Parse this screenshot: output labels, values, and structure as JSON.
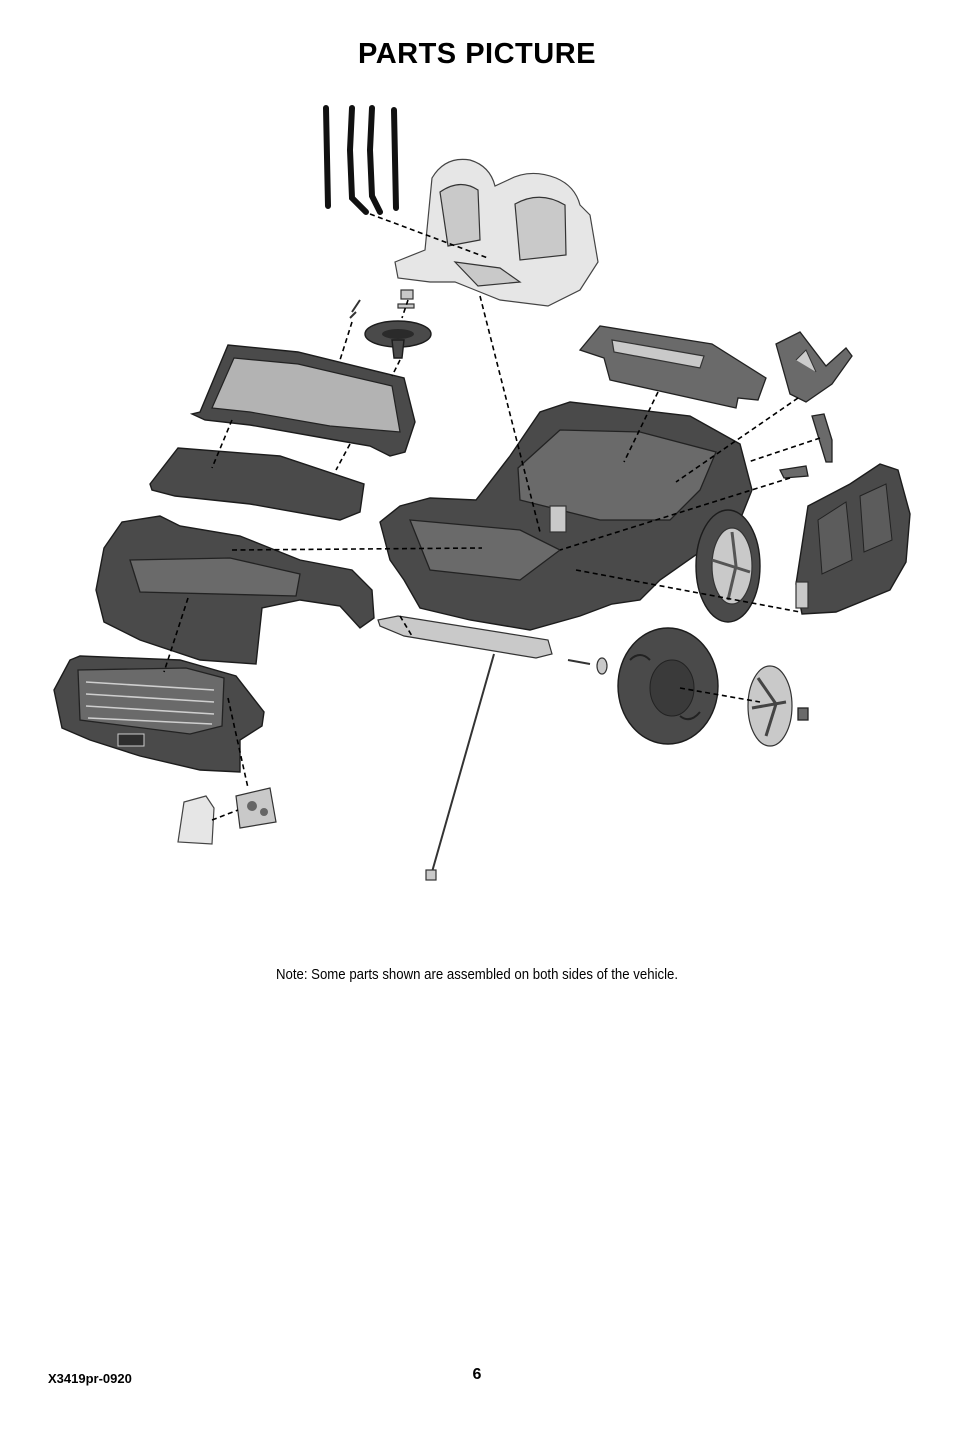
{
  "title": "PARTS PICTURE",
  "note": "Note: Some parts shown are assembled on both sides of the vehicle.",
  "footer": {
    "doc_code": "X3419pr-0920",
    "page_number": "6"
  },
  "colors": {
    "part_dark": "#4a4a4a",
    "part_light": "#c9c9c9",
    "line": "#000000"
  }
}
